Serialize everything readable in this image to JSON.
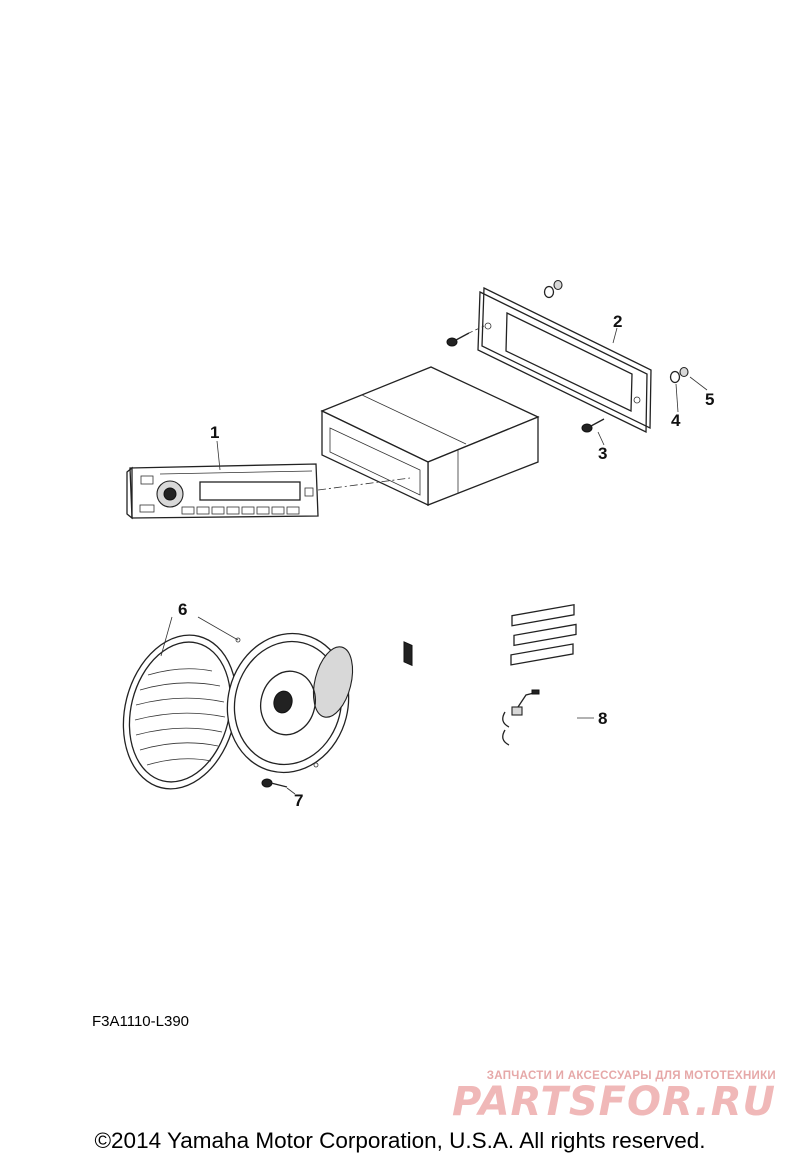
{
  "callouts": [
    {
      "id": "1",
      "label": "1"
    },
    {
      "id": "2",
      "label": "2"
    },
    {
      "id": "3",
      "label": "3"
    },
    {
      "id": "4",
      "label": "4"
    },
    {
      "id": "5",
      "label": "5"
    },
    {
      "id": "6",
      "label": "6"
    },
    {
      "id": "7",
      "label": "7"
    },
    {
      "id": "8",
      "label": "8"
    }
  ],
  "diagram_code": "F3A1110-L390",
  "watermark": {
    "tagline": "ЗАПЧАСТИ И АКСЕССУАРЫ ДЛЯ МОТОТЕХНИКИ",
    "brand": "PARTSFOR.RU"
  },
  "copyright": "©2014 Yamaha Motor Corporation, U.S.A. All rights reserved."
}
